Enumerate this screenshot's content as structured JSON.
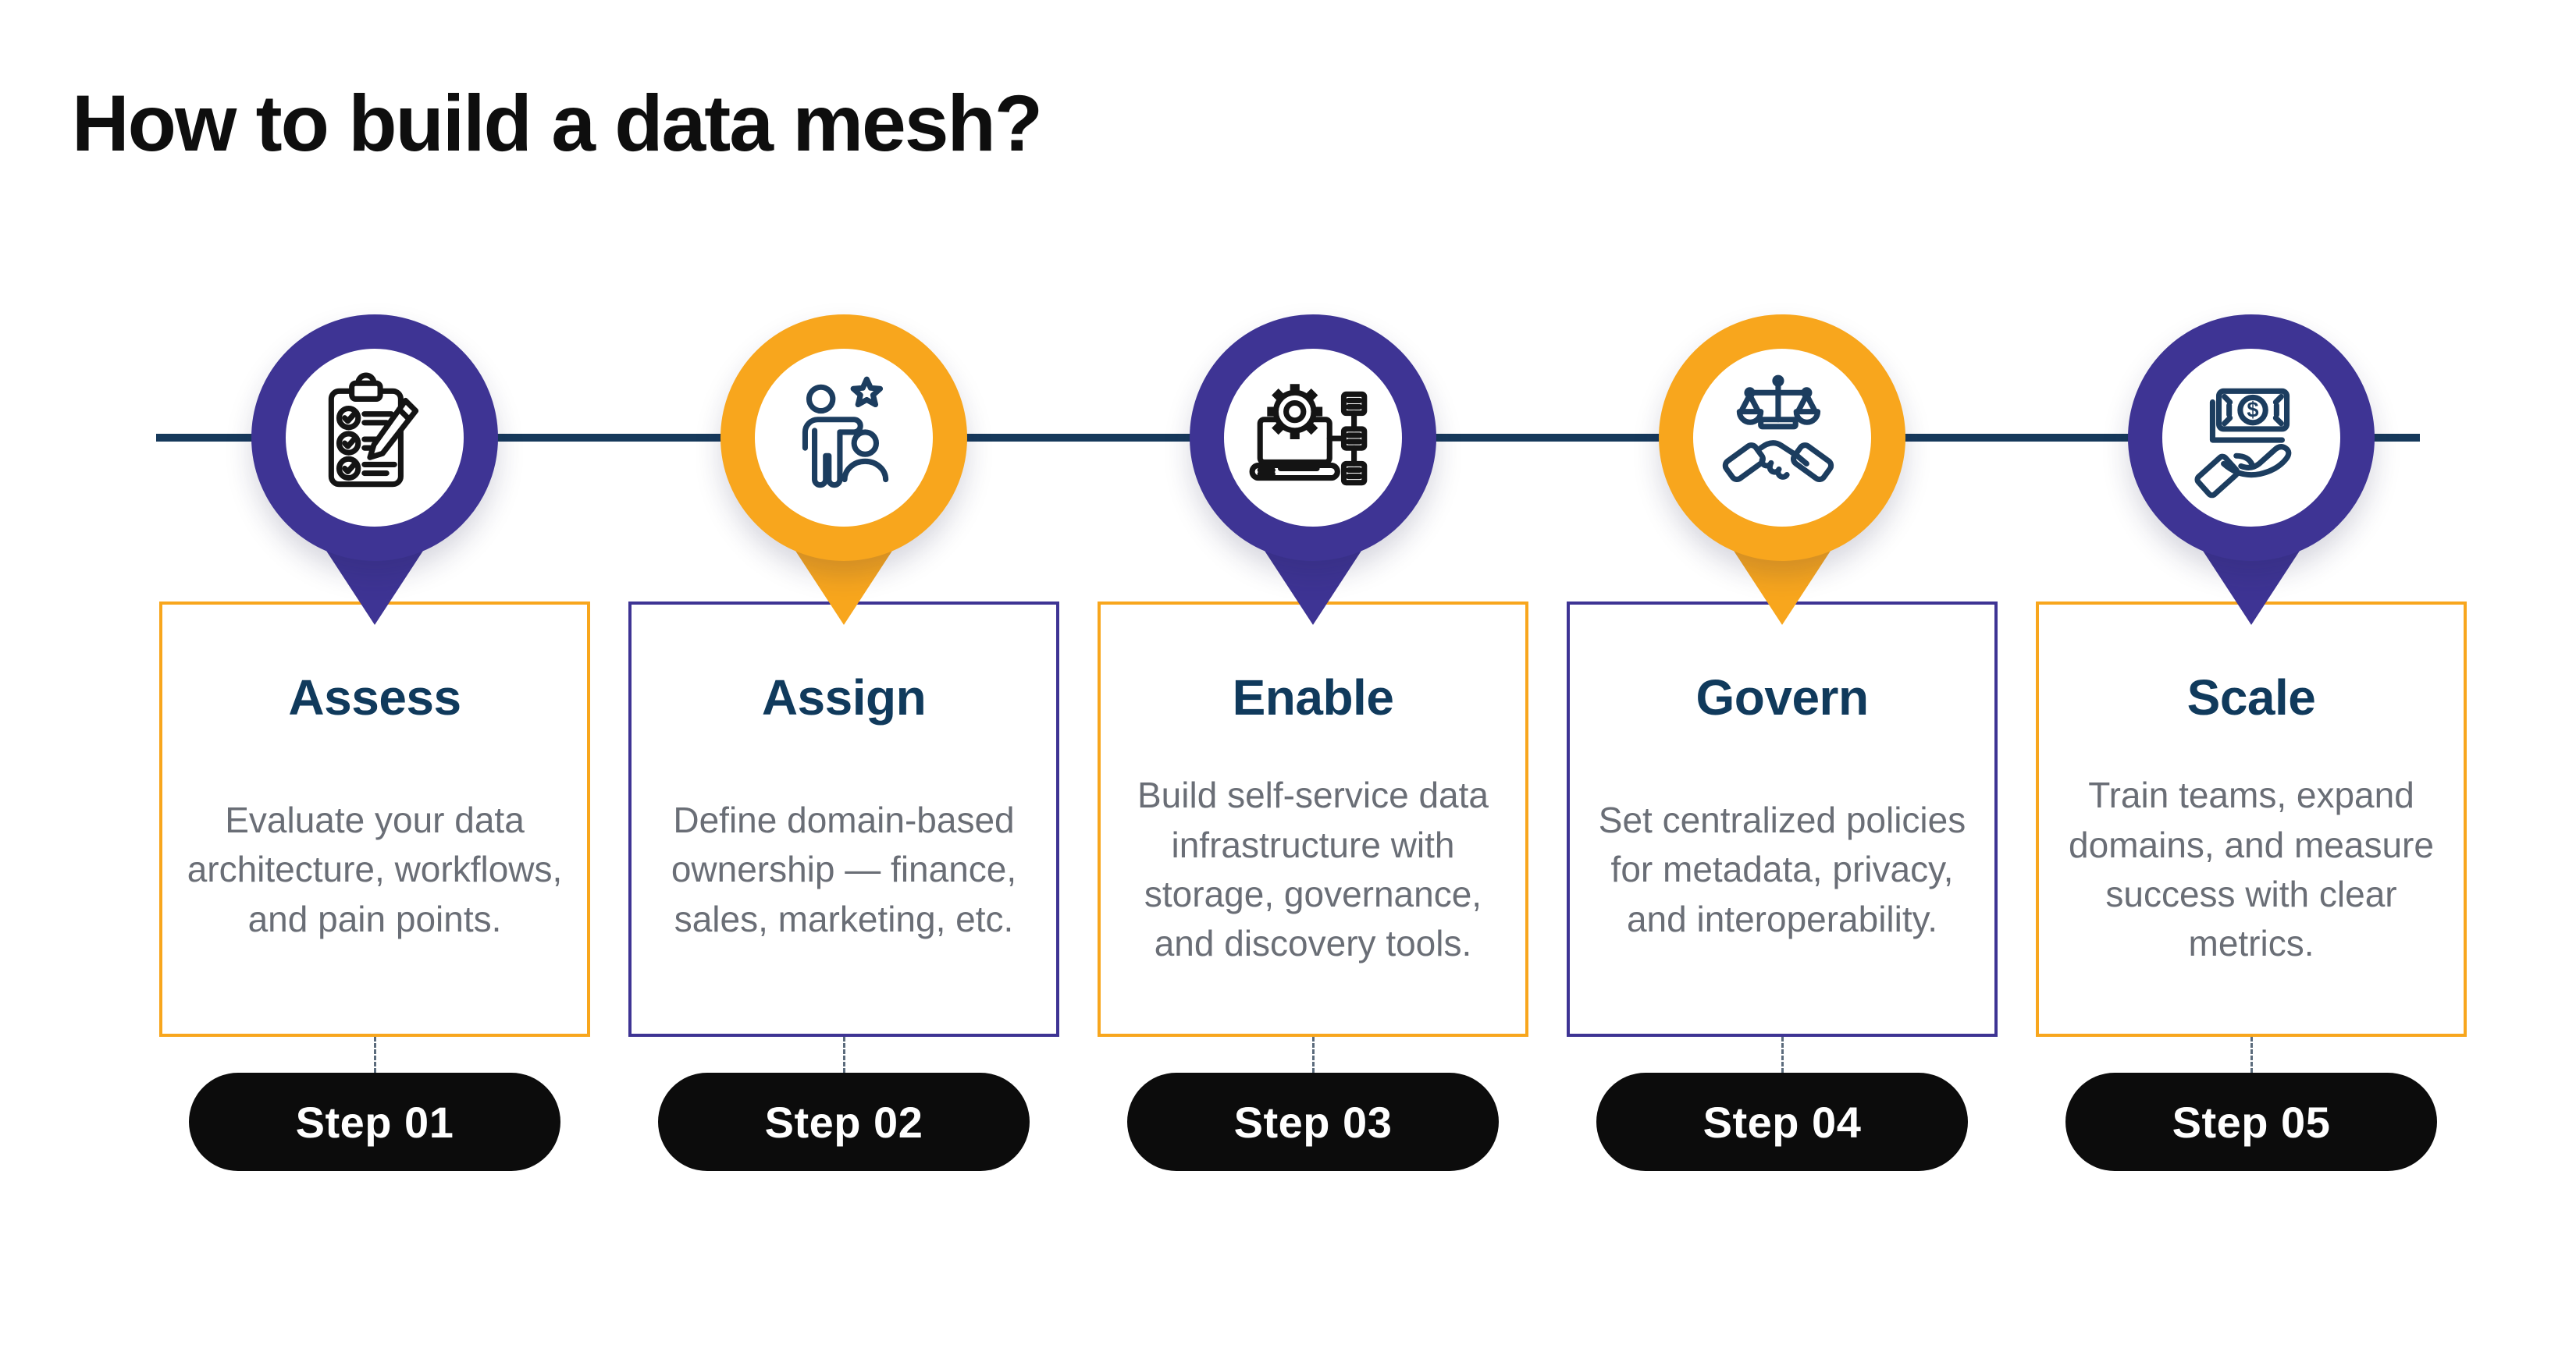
{
  "title": "How to build a data mesh?",
  "colors": {
    "background": "#ffffff",
    "accent_purple": "#3e3494",
    "accent_yellow": "#f8a61d",
    "timeline_navy": "#16395b",
    "card_title_navy": "#103a5c",
    "body_text_gray": "#6a6e76",
    "step_pill_black": "#0c0c0c",
    "step_pill_text": "#ffffff"
  },
  "steps": [
    {
      "title": "Assess",
      "description": "Evaluate your data architecture, workflows, and pain points.",
      "step_label": "Step 01",
      "icon": "checklist-clipboard-icon",
      "ring_color": "#3e3494",
      "card_border_color": "#f8a61d"
    },
    {
      "title": "Assign",
      "description": "Define domain-based ownership — finance, sales, marketing, etc.",
      "step_label": "Step 02",
      "icon": "assign-owner-person-star-icon",
      "ring_color": "#f8a61d",
      "card_border_color": "#3e3494"
    },
    {
      "title": "Enable",
      "description": "Build self-service data infrastructure with storage, governance, and discovery tools.",
      "step_label": "Step 03",
      "icon": "laptop-gear-network-icon",
      "ring_color": "#3e3494",
      "card_border_color": "#f8a61d"
    },
    {
      "title": "Govern",
      "description": "Set centralized policies for metadata, privacy, and interoperability.",
      "step_label": "Step 04",
      "icon": "scales-handshake-icon",
      "ring_color": "#f8a61d",
      "card_border_color": "#3e3494"
    },
    {
      "title": "Scale",
      "description": "Train teams, expand domains, and measure success with clear metrics.",
      "step_label": "Step 05",
      "icon": "hand-money-icon",
      "ring_color": "#3e3494",
      "card_border_color": "#f8a61d"
    }
  ]
}
